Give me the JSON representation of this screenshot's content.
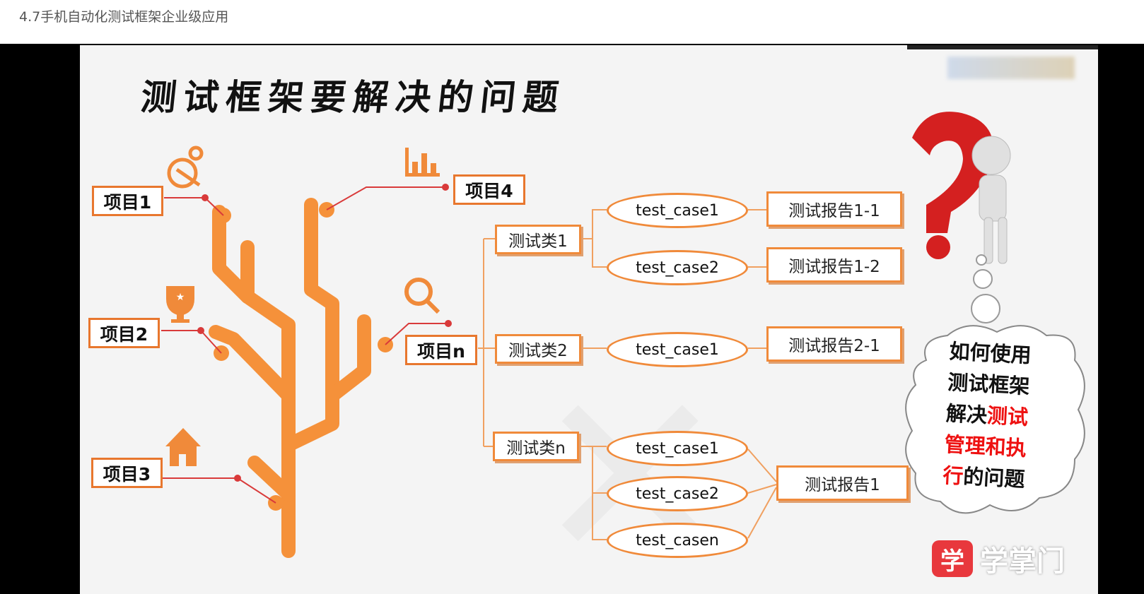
{
  "page": {
    "title": "4.7手机自动化测试框架企业级应用"
  },
  "slide": {
    "title": "测试框架要解决的问题",
    "projects": [
      "项目1",
      "项目2",
      "项目3",
      "项目4",
      "项目n"
    ],
    "classes": [
      "测试类1",
      "测试类2",
      "测试类n"
    ],
    "cases": [
      "test_case1",
      "test_case2",
      "test_case1",
      "test_case1",
      "test_case2",
      "test_casen"
    ],
    "reports": [
      "测试报告1-1",
      "测试报告1-2",
      "测试报告2-1",
      "测试报告1"
    ],
    "cloud": {
      "line1": "如何使用",
      "line2": "测试框架",
      "line3a": "解决",
      "line3b": "测试",
      "line4": "管理和执",
      "line5a": "行",
      "line5b": "的问题"
    },
    "logo": {
      "mark": "学",
      "text": "学掌门"
    },
    "icons": [
      "gear-wrench-icon",
      "trophy-icon",
      "house-icon",
      "bar-chart-icon",
      "magnifier-icon",
      "question-mark-icon"
    ],
    "accent_color": "#f08a3a"
  }
}
